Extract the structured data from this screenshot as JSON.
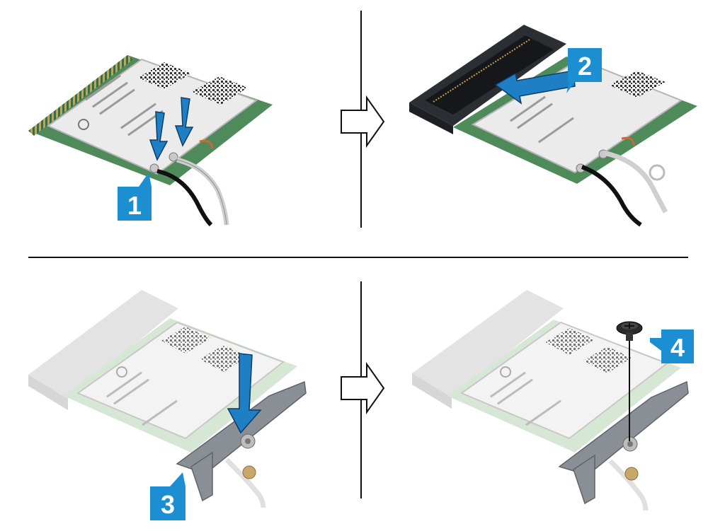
{
  "steps": [
    {
      "number": "1"
    },
    {
      "number": "2"
    },
    {
      "number": "3"
    },
    {
      "number": "4"
    }
  ],
  "colors": {
    "callout": "#1b8fd2",
    "arrow_blue": "#1f7fc4",
    "pcb": "#4e8a5a",
    "shield": "#eeeeee",
    "connector": "#2b2e33",
    "bracket": "#8a8f96",
    "divider": "#111111",
    "faded": "#e6e6e6"
  },
  "icons": [
    "step-arrow-icon",
    "push-arrow-icon",
    "screw-icon"
  ]
}
